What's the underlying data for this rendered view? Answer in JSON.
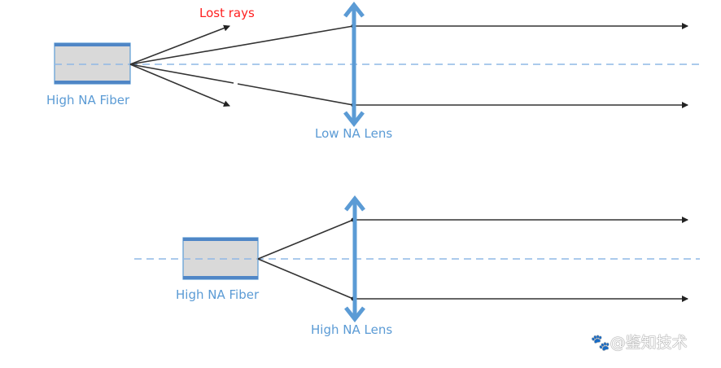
{
  "diagram": {
    "title": "",
    "top_panel": {
      "fiber_label": "High NA Fiber",
      "lens_label": "Low NA Lens",
      "lost_rays_label": "Lost rays"
    },
    "bottom_panel": {
      "fiber_label": "High NA Fiber",
      "lens_label": "High NA Lens"
    },
    "colors": {
      "accent_blue": "#5b9bd5",
      "optical_axis": "#8fb8e6",
      "fiber_fill": "#d9d9d9",
      "ray": "#333333",
      "lost_rays_text": "#ff2020"
    }
  },
  "watermark": {
    "icon": "baidu-paw-icon",
    "text": "@鉴知技术"
  }
}
